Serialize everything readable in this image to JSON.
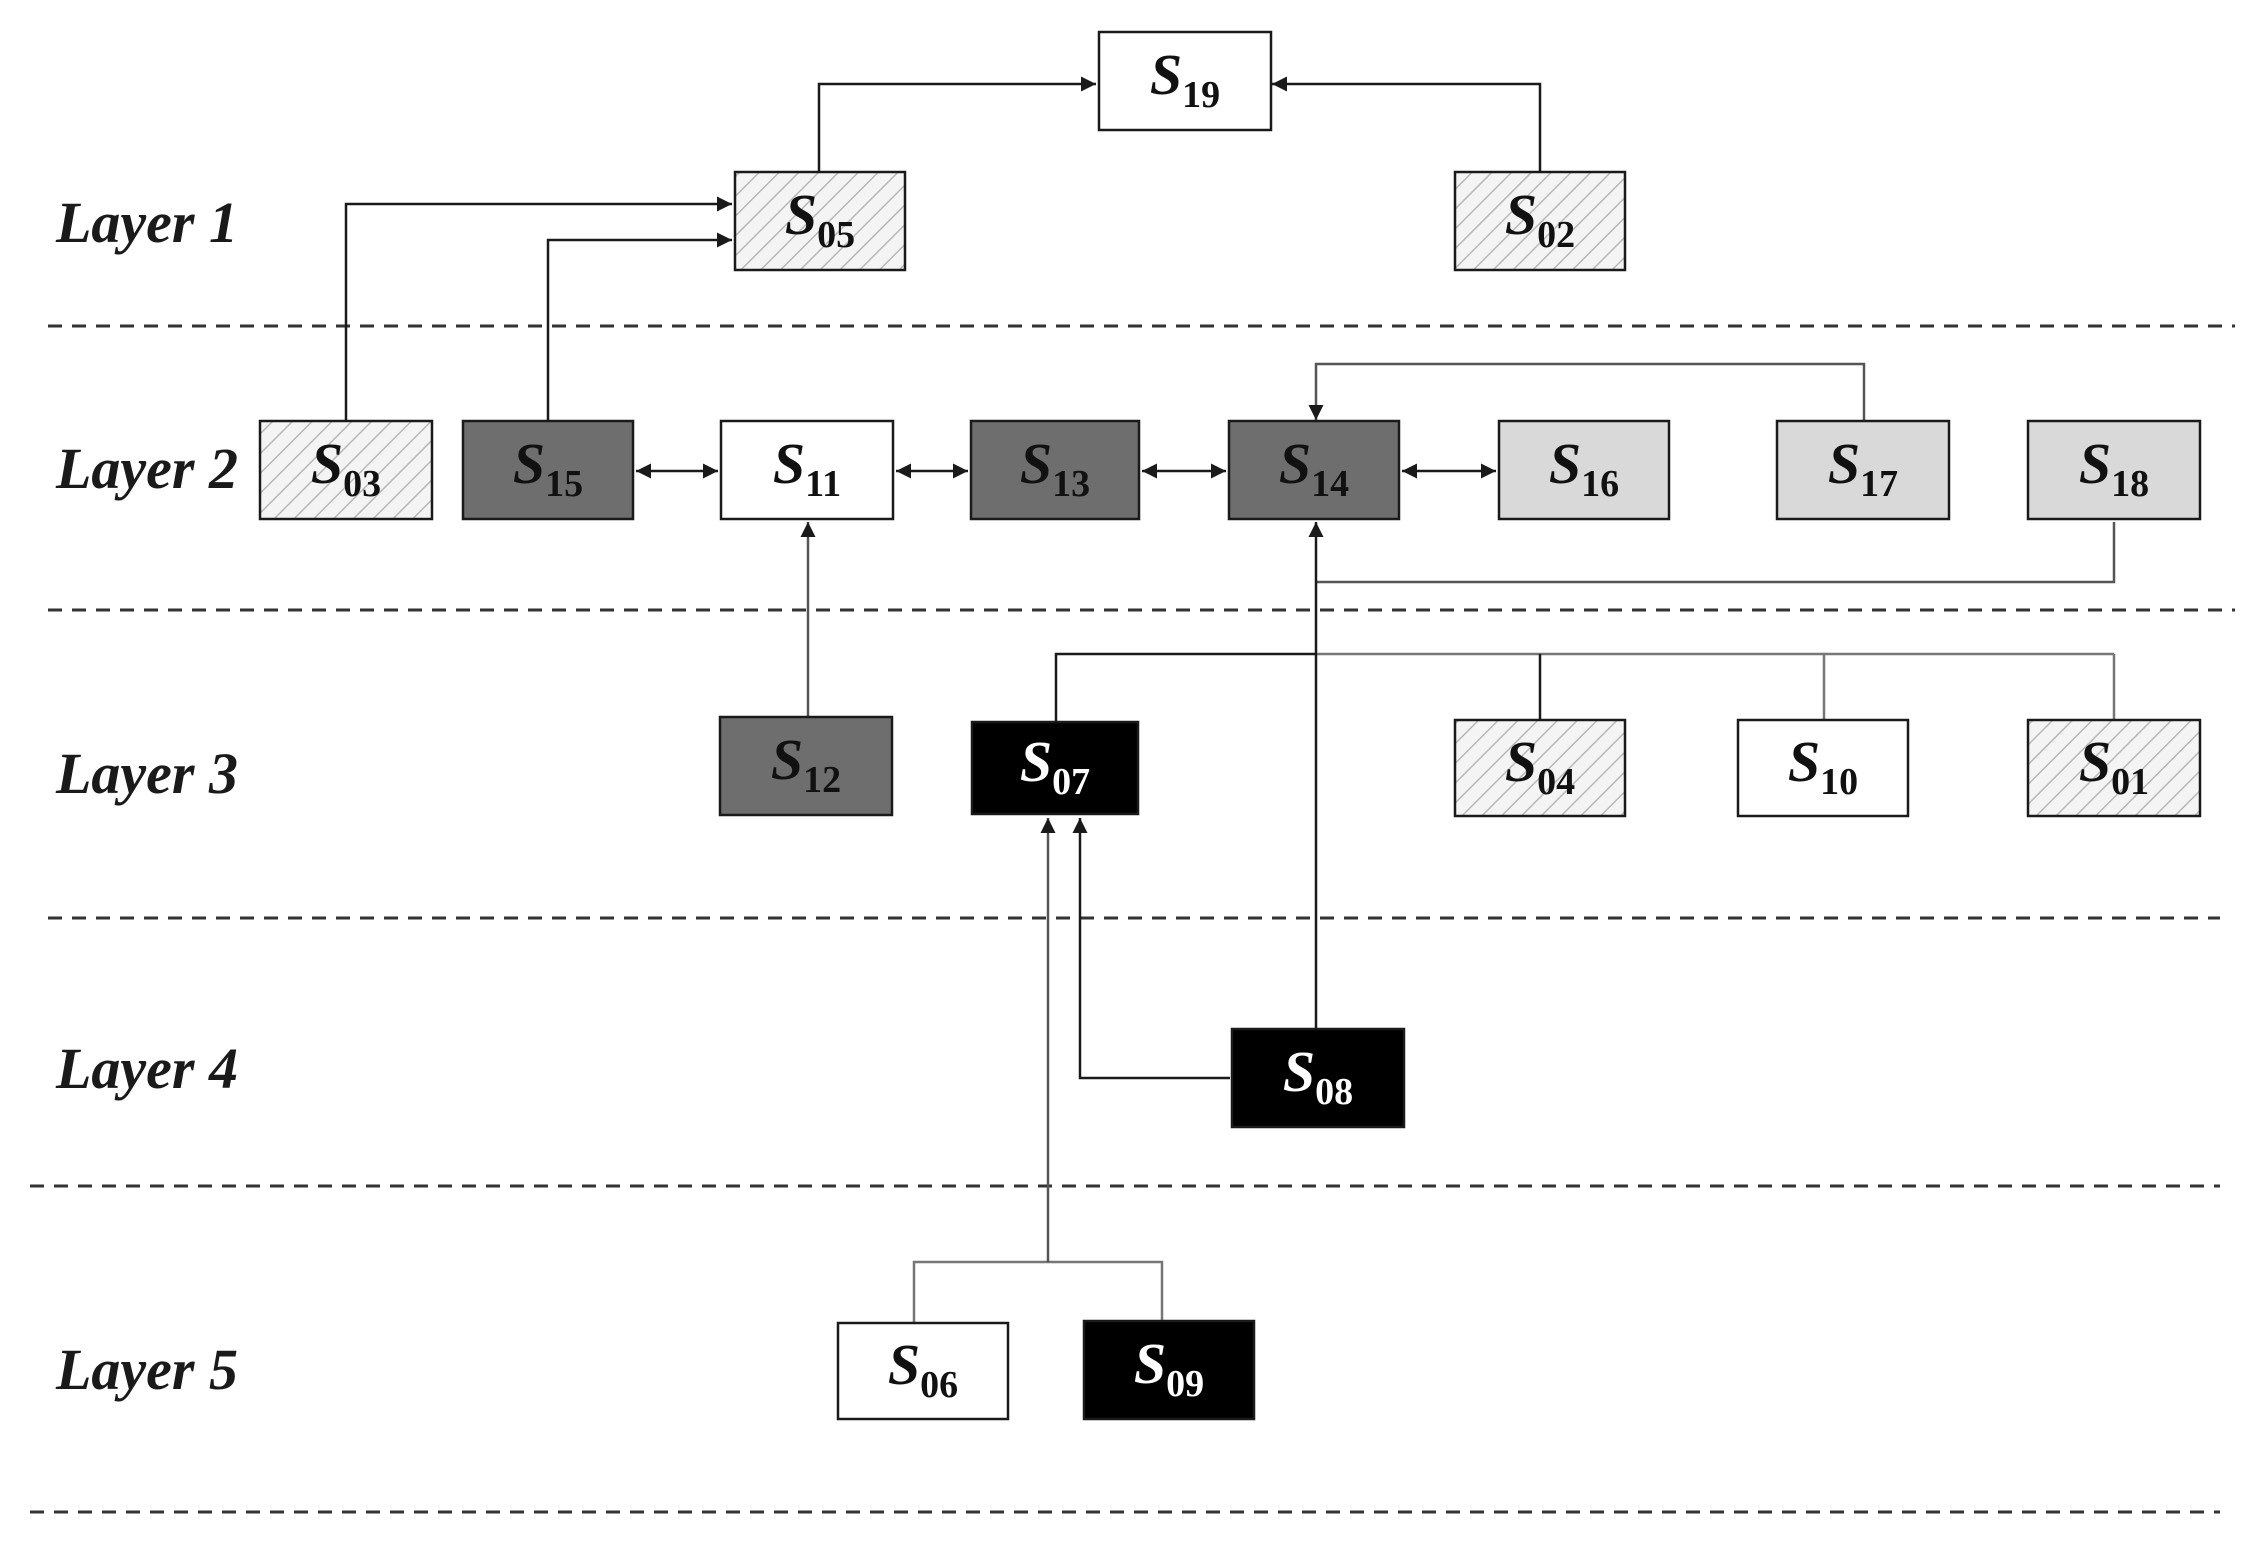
{
  "layers": [
    {
      "id": "layer-1",
      "label": "Layer 1"
    },
    {
      "id": "layer-2",
      "label": "Layer 2"
    },
    {
      "id": "layer-3",
      "label": "Layer 3"
    },
    {
      "id": "layer-4",
      "label": "Layer 4"
    },
    {
      "id": "layer-5",
      "label": "Layer 5"
    }
  ],
  "node_styles": {
    "white": {
      "fill": "#ffffff",
      "text": "#111111"
    },
    "hatched": {
      "fill": "#f4f4f4",
      "text": "#111111"
    },
    "light": {
      "fill": "#d9d9d9",
      "text": "#111111"
    },
    "dark": {
      "fill": "#6e6e6e",
      "text": "#111111"
    },
    "black": {
      "fill": "#000000",
      "text": "#ffffff"
    }
  },
  "nodes": [
    {
      "id": "S19",
      "letter": "S",
      "sub": "19",
      "layer": 1,
      "style": "white"
    },
    {
      "id": "S05",
      "letter": "S",
      "sub": "05",
      "layer": 1,
      "style": "hatched"
    },
    {
      "id": "S02",
      "letter": "S",
      "sub": "02",
      "layer": 1,
      "style": "hatched"
    },
    {
      "id": "S03",
      "letter": "S",
      "sub": "03",
      "layer": 2,
      "style": "hatched"
    },
    {
      "id": "S15",
      "letter": "S",
      "sub": "15",
      "layer": 2,
      "style": "dark"
    },
    {
      "id": "S11",
      "letter": "S",
      "sub": "11",
      "layer": 2,
      "style": "white"
    },
    {
      "id": "S13",
      "letter": "S",
      "sub": "13",
      "layer": 2,
      "style": "dark"
    },
    {
      "id": "S14",
      "letter": "S",
      "sub": "14",
      "layer": 2,
      "style": "dark"
    },
    {
      "id": "S16",
      "letter": "S",
      "sub": "16",
      "layer": 2,
      "style": "light"
    },
    {
      "id": "S17",
      "letter": "S",
      "sub": "17",
      "layer": 2,
      "style": "light"
    },
    {
      "id": "S18",
      "letter": "S",
      "sub": "18",
      "layer": 2,
      "style": "light"
    },
    {
      "id": "S12",
      "letter": "S",
      "sub": "12",
      "layer": 3,
      "style": "dark"
    },
    {
      "id": "S07",
      "letter": "S",
      "sub": "07",
      "layer": 3,
      "style": "black"
    },
    {
      "id": "S04",
      "letter": "S",
      "sub": "04",
      "layer": 3,
      "style": "hatched"
    },
    {
      "id": "S10",
      "letter": "S",
      "sub": "10",
      "layer": 3,
      "style": "white"
    },
    {
      "id": "S01",
      "letter": "S",
      "sub": "01",
      "layer": 3,
      "style": "hatched"
    },
    {
      "id": "S08",
      "letter": "S",
      "sub": "08",
      "layer": 4,
      "style": "black"
    },
    {
      "id": "S06",
      "letter": "S",
      "sub": "06",
      "layer": 5,
      "style": "white"
    },
    {
      "id": "S09",
      "letter": "S",
      "sub": "09",
      "layer": 5,
      "style": "black"
    }
  ],
  "edges": [
    {
      "from": "S05",
      "to": "S19",
      "type": "directed"
    },
    {
      "from": "S02",
      "to": "S19",
      "type": "directed"
    },
    {
      "from": "S03",
      "to": "S05",
      "type": "directed"
    },
    {
      "from": "S15",
      "to": "S05",
      "type": "directed"
    },
    {
      "from": "S15",
      "to": "S11",
      "type": "bidirectional"
    },
    {
      "from": "S11",
      "to": "S13",
      "type": "bidirectional"
    },
    {
      "from": "S13",
      "to": "S14",
      "type": "bidirectional"
    },
    {
      "from": "S14",
      "to": "S16",
      "type": "bidirectional"
    },
    {
      "from": "S17",
      "to": "S14",
      "type": "directed"
    },
    {
      "from": "S18",
      "to": "S14",
      "type": "directed"
    },
    {
      "from": "S12",
      "to": "S11",
      "type": "directed"
    },
    {
      "from": "S07",
      "to": "S14",
      "type": "directed"
    },
    {
      "from": "S04",
      "to": "S14",
      "type": "directed"
    },
    {
      "from": "S10",
      "to": "S14",
      "type": "directed"
    },
    {
      "from": "S01",
      "to": "S14",
      "type": "directed"
    },
    {
      "from": "S08",
      "to": "S14",
      "type": "directed"
    },
    {
      "from": "S08",
      "to": "S07",
      "type": "directed"
    },
    {
      "from": "S06",
      "to": "S07",
      "type": "directed"
    },
    {
      "from": "S09",
      "to": "S07",
      "type": "directed"
    }
  ]
}
